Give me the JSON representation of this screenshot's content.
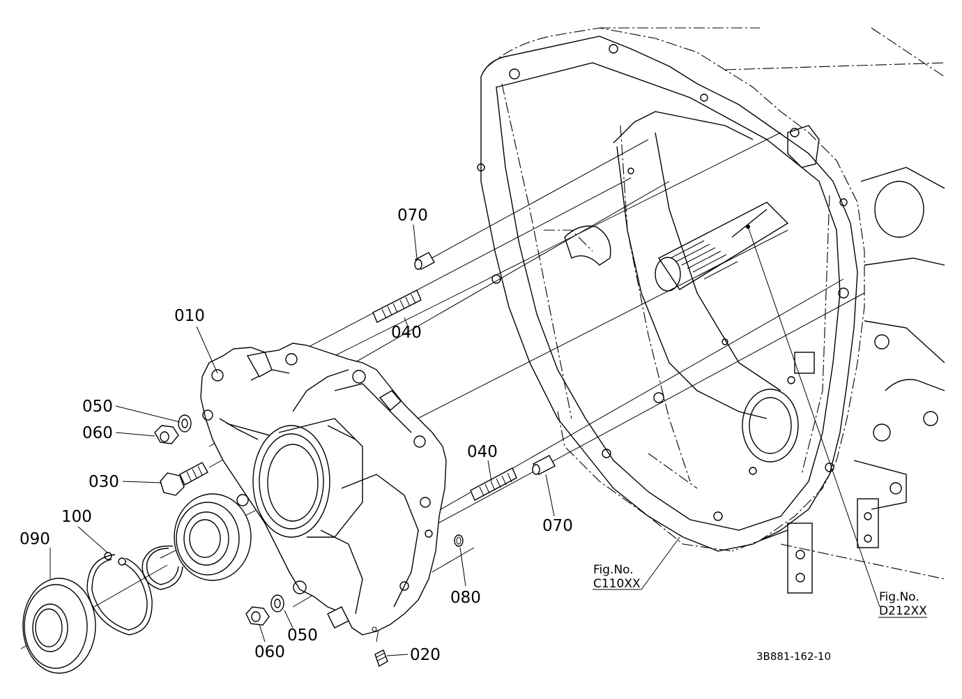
{
  "labels": {
    "p010": "010",
    "p020": "020",
    "p030": "030",
    "p040a": "040",
    "p040b": "040",
    "p050a": "050",
    "p050b": "050",
    "p060a": "060",
    "p060b": "060",
    "p070a": "070",
    "p070b": "070",
    "p080": "080",
    "p090": "090",
    "p100": "100"
  },
  "references": {
    "fig_a_title": "Fig.No.",
    "fig_a_code": "C110XX",
    "fig_b_title": "Fig.No.",
    "fig_b_code": "D212XX"
  },
  "drawing_number": "3B881-162-10"
}
